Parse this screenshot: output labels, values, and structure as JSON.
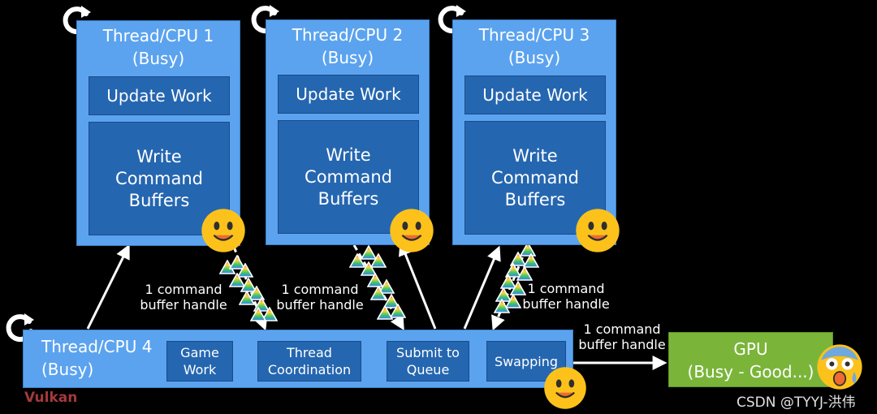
{
  "threads": [
    {
      "title": "Thread/CPU 1\n(Busy)",
      "update": "Update Work",
      "write": "Write\nCommand\nBuffers"
    },
    {
      "title": "Thread/CPU 2\n(Busy)",
      "update": "Update Work",
      "write": "Write\nCommand\nBuffers"
    },
    {
      "title": "Thread/CPU 3\n(Busy)",
      "update": "Update Work",
      "write": "Write\nCommand\nBuffers"
    }
  ],
  "main_thread": {
    "title": "Thread/CPU 4\n(Busy)",
    "tasks": [
      "Game\nWork",
      "Thread\nCoordination",
      "Submit to\nQueue",
      "Swapping"
    ]
  },
  "labels": {
    "handle_1": "1 command\nbuffer handle",
    "handle_2": "1 command\nbuffer handle",
    "handle_3": "1 command\nbuffer handle",
    "handle_gpu": "1 command\nbuffer handle"
  },
  "gpu": {
    "text": "GPU\n(Busy - Good...)"
  },
  "footer": {
    "logo": "Vulkan",
    "watermark": "CSDN @TYYJ-洪伟"
  },
  "colors": {
    "thread_bg": "#5ba3ef",
    "inner_bg": "#2566b0",
    "gpu_bg": "#7ab53a",
    "background": "#000000"
  }
}
